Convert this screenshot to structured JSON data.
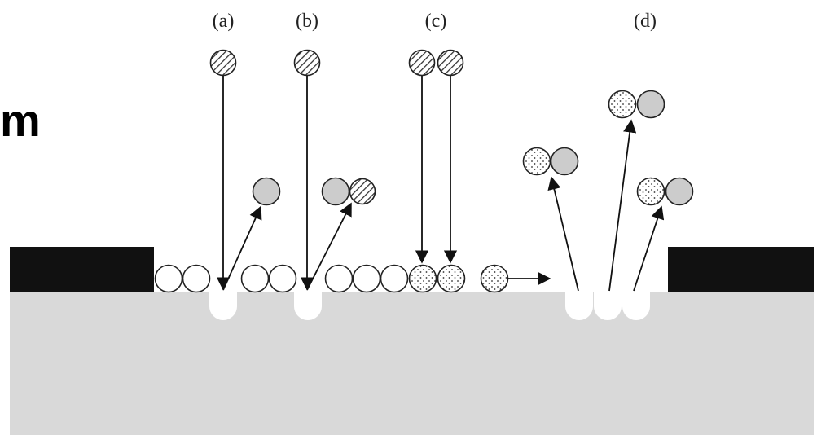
{
  "side_title": "m",
  "panel_labels": {
    "a": "(a)",
    "b": "(b)",
    "c": "(c)",
    "d": "(d)"
  },
  "colors": {
    "substrate": "#d9d9d9",
    "mask": "#111111",
    "surface_atom": "#ffffff",
    "sputtered_atom": "#cccccc",
    "outline": "#222222"
  },
  "atom_patterns": {
    "incident_ion": "hatched",
    "surface_atom": "plain-white",
    "ejected_atom": "plain-grey",
    "reacted_species": "dotted"
  }
}
